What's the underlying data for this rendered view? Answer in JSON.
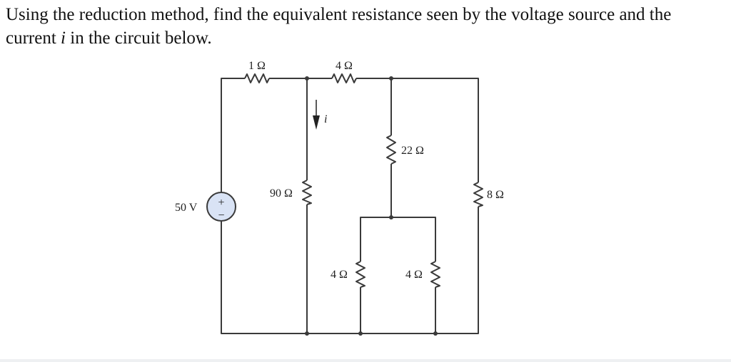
{
  "question": {
    "line1": "Using the reduction method, find the equivalent resistance seen by the voltage source and the",
    "line2_pre": "current ",
    "line2_var": "i",
    "line2_post": " in the circuit below."
  },
  "circuit": {
    "source_label": "50 V",
    "source_plus": "+",
    "source_minus": "−",
    "r_top_left": "1 Ω",
    "r_top_mid": "4 Ω",
    "r_mid_shunt": "90 Ω",
    "r_vertical": "22 Ω",
    "r_right": "8 Ω",
    "r_bottom_left": "4 Ω",
    "r_bottom_right": "4 Ω",
    "current_label": "i",
    "wire_color": "#3a3a3a",
    "source_fill": "#d9e3f5"
  }
}
